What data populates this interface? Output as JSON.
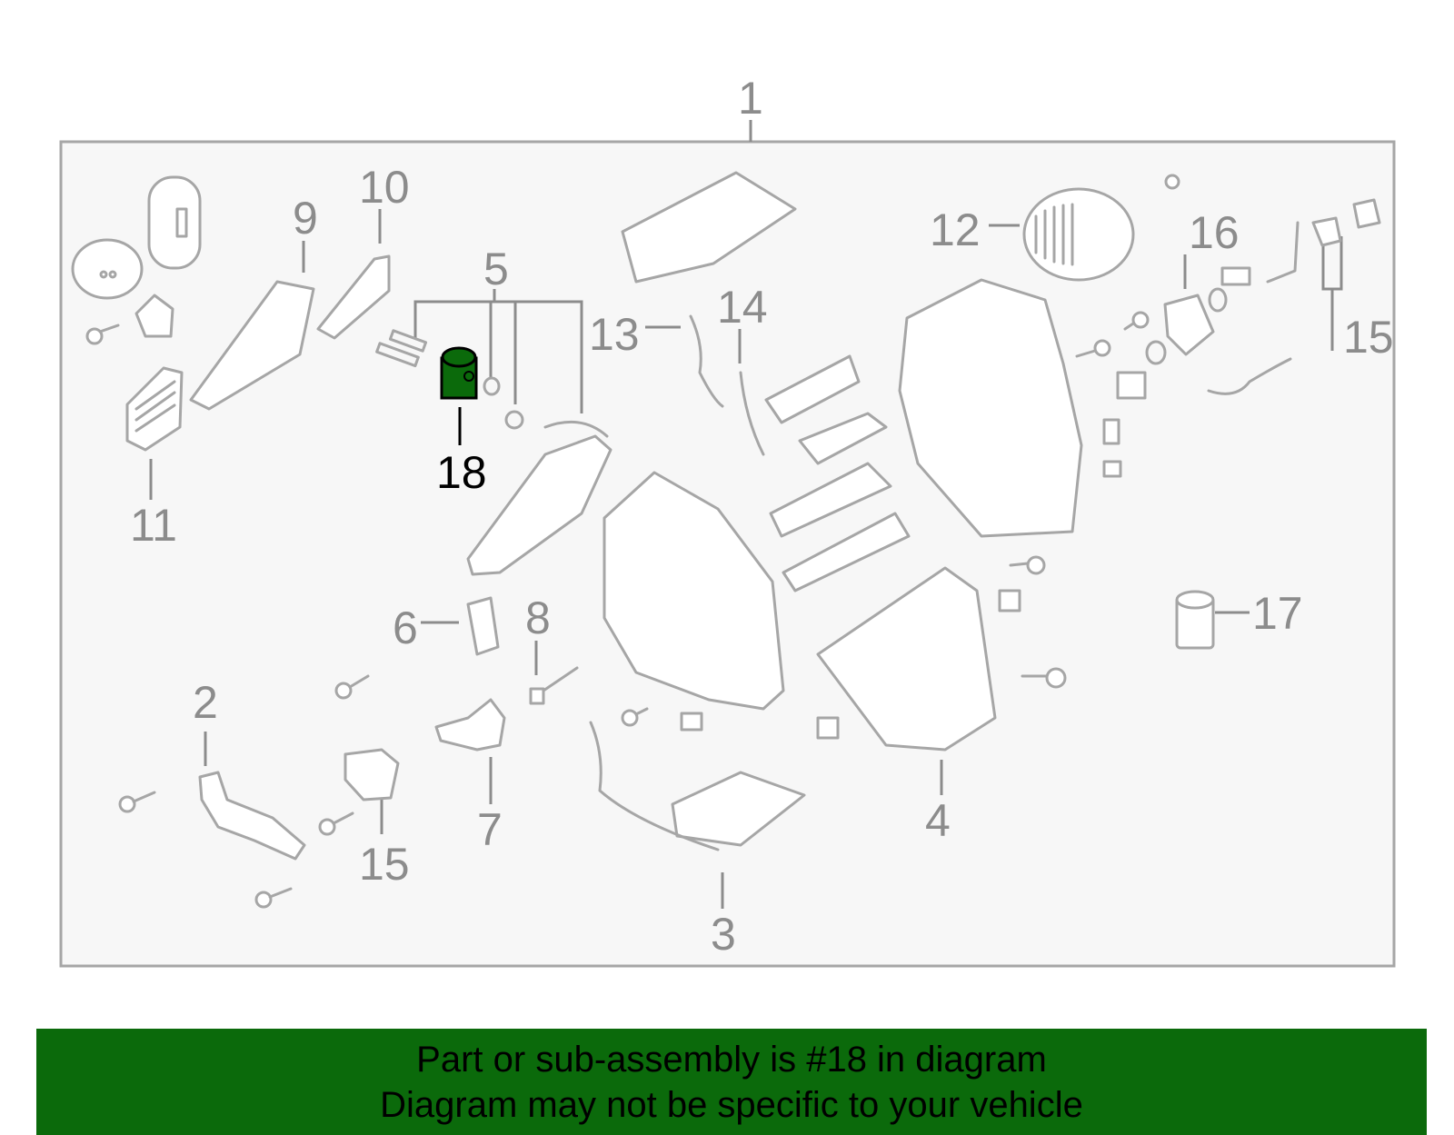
{
  "diagram": {
    "highlighted_part": "18",
    "highlight_color": "#0b6a0b",
    "callouts": {
      "c1": "1",
      "c2": "2",
      "c3": "3",
      "c4": "4",
      "c5": "5",
      "c6": "6",
      "c7": "7",
      "c8": "8",
      "c9": "9",
      "c10": "10",
      "c11": "11",
      "c12": "12",
      "c13": "13",
      "c14": "14",
      "c15a": "15",
      "c15b": "15",
      "c16": "16",
      "c17": "17",
      "c18": "18"
    }
  },
  "banner": {
    "line1": "Part or sub-assembly is #18 in diagram",
    "line2": "Diagram may not be specific to your vehicle",
    "background": "#0b6a0b"
  }
}
